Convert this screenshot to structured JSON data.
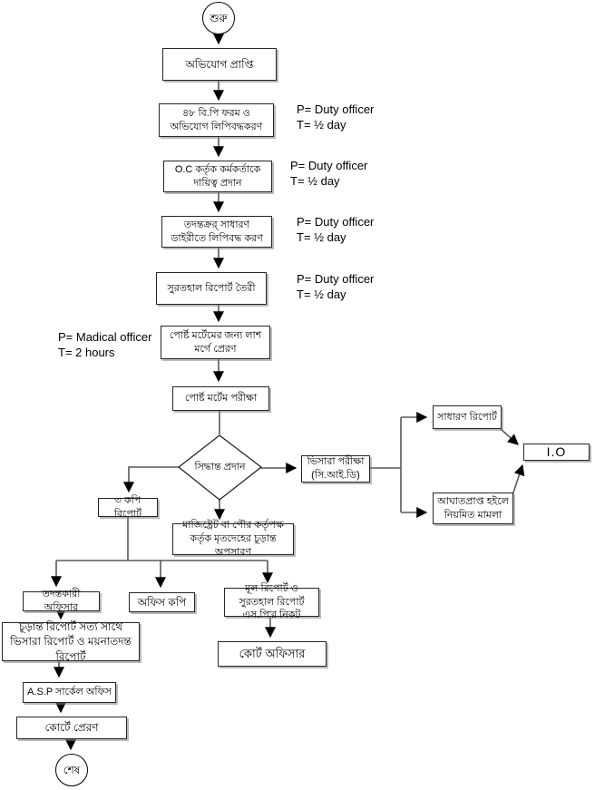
{
  "colors": {
    "background": "#ffffff",
    "line": "#595959",
    "arrowhead": "#000000",
    "box_border": "#262626",
    "box_shadow": "#828282"
  },
  "flow": {
    "start_label": "শুরু",
    "end_label": "শেষ",
    "steps": {
      "complaint_received": "অভিযোগ প্রাপ্তি",
      "bp_form_record": "৪৮ বি.পি ফরম ও অভিযোগ লিপিবদ্ধকরণ",
      "oc_assign_duty": "O.C কর্তৃক কর্মকর্তাকে দায়িত্ব প্রদান",
      "gd_record": "তদন্তক্রর্ সাধারণ ডাইরীতে লিপিবদ্ধ করণ",
      "inquest_report": "সুরতহাল রিপোর্ট তৈরী",
      "send_body_morgue": "পোর্ষ্ট মর্টেমের জন্য লাশ মর্গে প্রেরণ",
      "postmortem_exam": "পোর্ষ্ট মর্টেম পরীক্ষা",
      "decision": "সিদ্ধান্ত প্রদান",
      "viscera_exam": "ভিসারা পরীক্ষা (সি.আই.ডি)",
      "general_report": "সাধারণ রিপোর্ট",
      "io": "I.O",
      "injured_regular_case": "আঘাতপ্রাপ্ত হইলে নিয়মিত মামলা",
      "three_copy_report": "৩ কপি রিপোর্ট",
      "magistrate_removal": "মাজিষ্ট্রেট বা পৌর কর্তৃপক্ষ কর্তৃক মৃতদেহের চূড়ান্ত অপসারণ",
      "investigating_officer": "তদন্তকারী অফিসার",
      "office_copy": "অফিস কপি",
      "main_report_to_sp": "মূল রিপোর্ট ও সুরতহাল রিপোর্ট এস.পি'র নিকট",
      "final_report_with_viscera": "চূড়ান্ত রিপোর্ট সত্য সাথে ভিসারা রিপোর্ট ও ময়নাতদন্ত রিপোর্ট",
      "court_officer": "কোর্ট অফিসার",
      "asp_circle_office": "A.S.P সার্কেল অফিস",
      "send_to_court": "কোর্টে প্রেরণ"
    }
  },
  "annotations": {
    "duty": {
      "p": "P= Duty officer",
      "t": "T= ½ day"
    },
    "medical": {
      "p": "P= Madical officer",
      "t": "T= 2 hours"
    }
  }
}
